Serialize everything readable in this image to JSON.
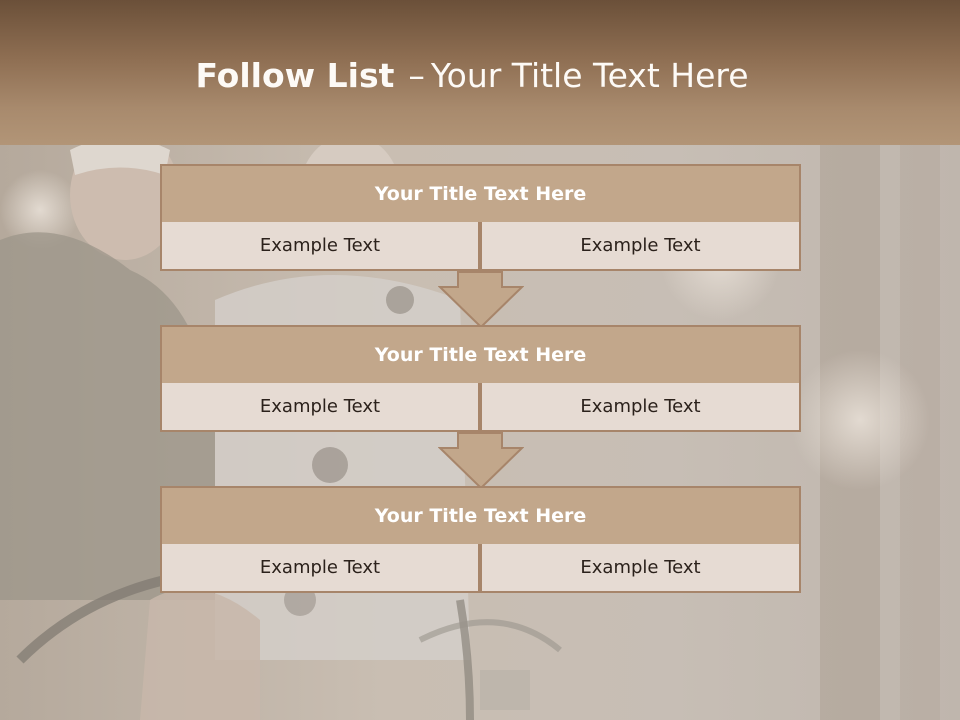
{
  "header": {
    "title_bold": "Follow List",
    "separator": "–",
    "title_rest": "Your Title Text Here"
  },
  "colors": {
    "header_top": "#6b5039",
    "header_bottom": "#b29577",
    "box_title_fill": "#c2a78b",
    "box_border": "#a7856a",
    "cell_fill": "#e6dbd3",
    "arrow_fill": "#c2a78b"
  },
  "blocks": [
    {
      "title": "Your Title Text Here",
      "left_text": "Example Text",
      "right_text": "Example Text"
    },
    {
      "title": "Your Title Text Here",
      "left_text": "Example Text",
      "right_text": "Example Text"
    },
    {
      "title": "Your Title Text Here",
      "left_text": "Example Text",
      "right_text": "Example Text"
    }
  ]
}
